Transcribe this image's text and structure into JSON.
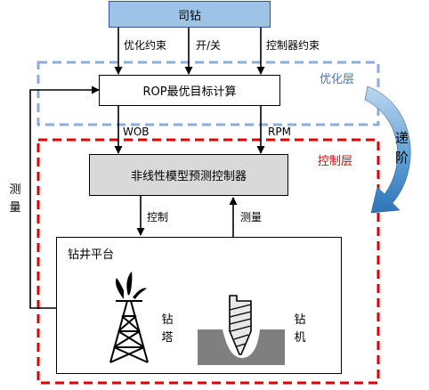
{
  "colors": {
    "driller_fill": "#9dc3e6",
    "driller_border": "#2f5597",
    "optimization_layer": "#8faadc",
    "optimization_label": "#4472c4",
    "control_layer": "#e00000",
    "controller_fill": "#d9d9d9",
    "ground": "#7f7f7f",
    "transfer_arrow": "#2e75b6"
  },
  "driller": {
    "label": "司钻"
  },
  "inputs": {
    "optimization_constraint": "优化约束",
    "on_off": "开/关",
    "controller_constraint": "控制器约束"
  },
  "optimization_layer": {
    "label": "优化层"
  },
  "rop_box": {
    "label": "ROP最优目标计算"
  },
  "signals": {
    "wob": "WOB",
    "rpm": "RPM",
    "control": "控制",
    "measurement": "测量"
  },
  "control_layer": {
    "label": "控制层"
  },
  "controller_box": {
    "label": "非线性模型预测控制器"
  },
  "feedback": {
    "label": "测量"
  },
  "transfer": {
    "label": "递阶"
  },
  "platform": {
    "label": "钻井平台",
    "derrick_label": "钻塔",
    "drill_label": "钻机",
    "derrick_icon": "oil-derrick-icon",
    "drill_icon": "drill-bit-icon"
  }
}
